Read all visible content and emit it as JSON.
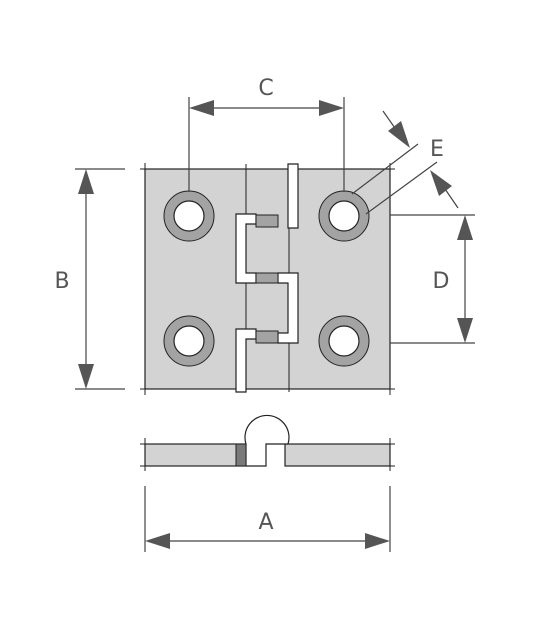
{
  "labels": {
    "a": "A",
    "b": "B",
    "c": "C",
    "d": "D",
    "e": "E"
  },
  "colors": {
    "plate": "#d3d3d3",
    "countersink": "#a3a3a3",
    "dimension": "#555555",
    "outline": "#222222"
  }
}
